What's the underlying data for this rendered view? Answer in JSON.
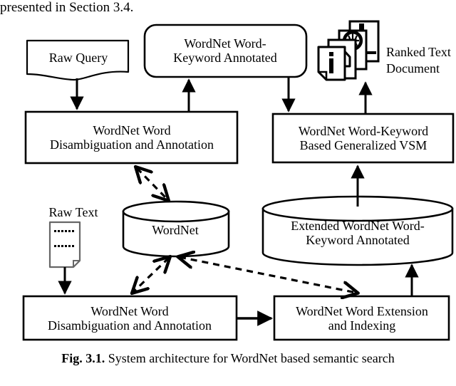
{
  "page": {
    "top_text": "presented in Section 3.4.",
    "caption_prefix": "Fig. 3.1.",
    "caption_text": " System architecture for WordNet based semantic search"
  },
  "diagram": {
    "title": "System architecture for WordNet based semantic search",
    "nodes": [
      {
        "id": "raw-query",
        "label": "Raw Query",
        "shape": "document"
      },
      {
        "id": "wordnet-word-keyword-annotated",
        "label": "WordNet Word-\nKeyword Annotated",
        "shape": "rounded-rect"
      },
      {
        "id": "ranked-text-document",
        "label": "Ranked\nText Document",
        "shape": "document-stack-icon"
      },
      {
        "id": "wordnet-word-disambiguation-annotation-top",
        "label": "WordNet Word\nDisambiguation and Annotation",
        "shape": "rect"
      },
      {
        "id": "wordnet-word-keyword-based-generalized-vsm",
        "label": "WordNet Word-Keyword\nBased Generalized VSM",
        "shape": "rect"
      },
      {
        "id": "raw-text",
        "label": "Raw Text",
        "shape": "document-icon"
      },
      {
        "id": "wordnet-db",
        "label": "WordNet",
        "shape": "cylinder"
      },
      {
        "id": "extended-wordnet-db",
        "label": "Extended WordNet Word-\nKeyword Annotated",
        "shape": "cylinder"
      },
      {
        "id": "wordnet-word-disambiguation-annotation-bottom",
        "label": "WordNet Word\nDisambiguation and Annotation",
        "shape": "rect"
      },
      {
        "id": "wordnet-word-extension-indexing",
        "label": "WordNet Word Extension\nand Indexing",
        "shape": "rect"
      }
    ],
    "edges": [
      {
        "from": "raw-query",
        "to": "wordnet-word-disambiguation-annotation-top",
        "style": "solid",
        "arrows": "one-way"
      },
      {
        "from": "wordnet-word-disambiguation-annotation-top",
        "to": "wordnet-word-keyword-annotated",
        "style": "solid",
        "arrows": "one-way"
      },
      {
        "from": "wordnet-word-keyword-annotated",
        "to": "wordnet-word-keyword-based-generalized-vsm",
        "style": "solid",
        "arrows": "one-way"
      },
      {
        "from": "wordnet-word-keyword-based-generalized-vsm",
        "to": "ranked-text-document",
        "style": "solid",
        "arrows": "one-way"
      },
      {
        "from": "wordnet-word-disambiguation-annotation-top",
        "to": "wordnet-db",
        "style": "dashed",
        "arrows": "two-way"
      },
      {
        "from": "extended-wordnet-db",
        "to": "wordnet-word-keyword-based-generalized-vsm",
        "style": "solid",
        "arrows": "one-way"
      },
      {
        "from": "raw-text",
        "to": "wordnet-word-disambiguation-annotation-bottom",
        "style": "solid",
        "arrows": "one-way"
      },
      {
        "from": "wordnet-db",
        "to": "wordnet-word-disambiguation-annotation-bottom",
        "style": "dashed",
        "arrows": "two-way"
      },
      {
        "from": "wordnet-db",
        "to": "wordnet-word-extension-indexing",
        "style": "dashed",
        "arrows": "two-way"
      },
      {
        "from": "wordnet-word-disambiguation-annotation-bottom",
        "to": "wordnet-word-extension-indexing",
        "style": "solid",
        "arrows": "one-way"
      },
      {
        "from": "wordnet-word-extension-indexing",
        "to": "extended-wordnet-db",
        "style": "solid",
        "arrows": "one-way"
      }
    ]
  },
  "colors": {
    "stroke": "#000000",
    "fill": "#ffffff",
    "background": "#ffffff",
    "icon_outline": "#555555"
  }
}
